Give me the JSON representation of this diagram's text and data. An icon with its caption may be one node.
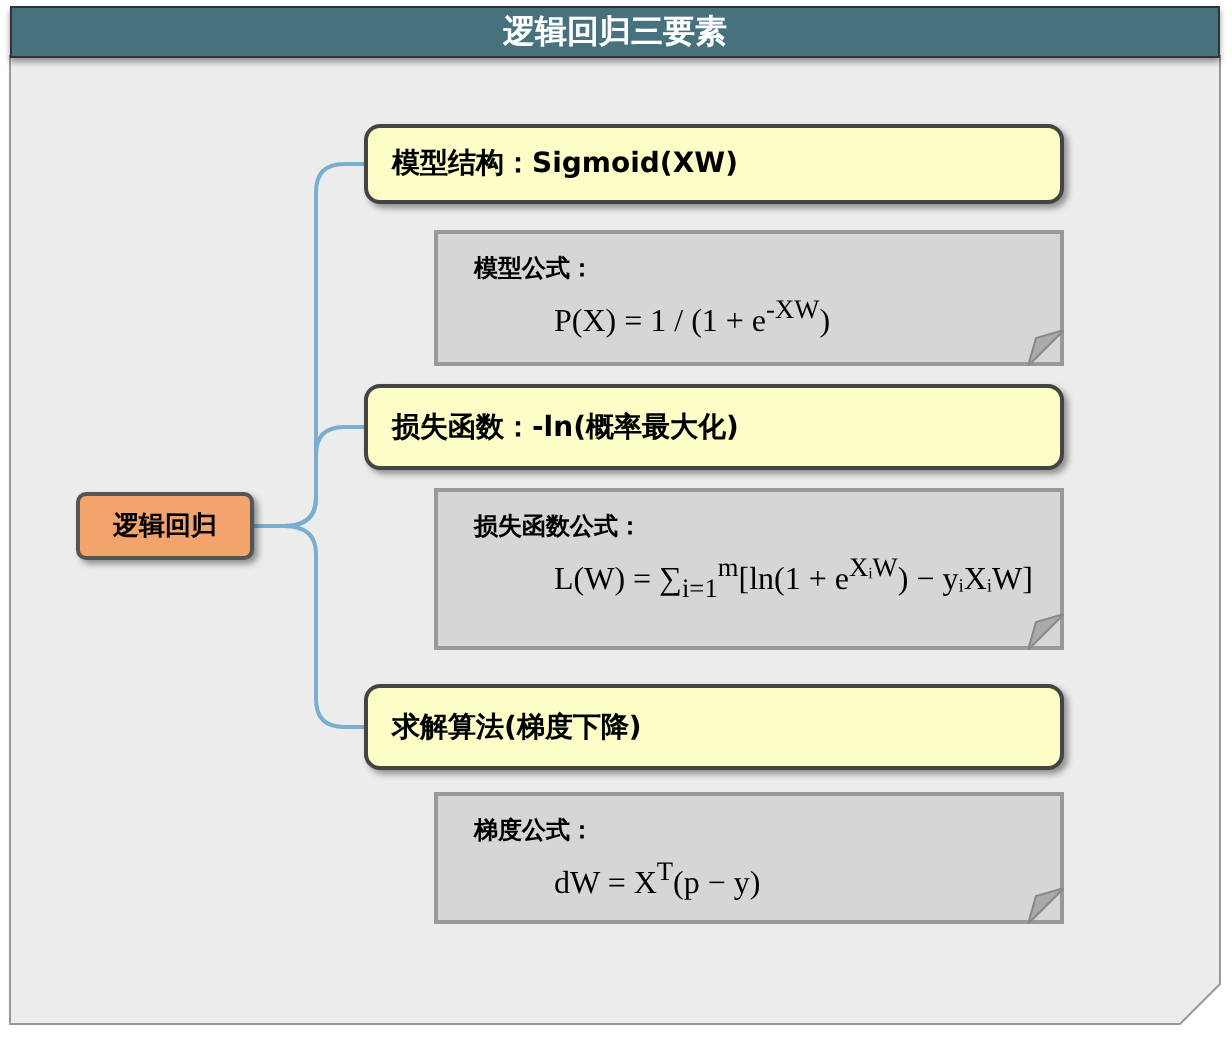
{
  "diagram": {
    "title": "逻辑回归三要素",
    "nodes": [
      {
        "text": [
          "逻辑回归"
        ]
      },
      {
        "text": [
          "模型结构：Sigmoid(XW)"
        ]
      },
      {
        "text": [
          "模型公式：",
          "P(X) = 1 / (1 + e$^{-XW}$)"
        ]
      },
      {
        "text": [
          "损失函数：-ln(概率最大化)"
        ]
      },
      {
        "text": [
          "损失函数公式：",
          "L(W) = ∑$_{i=1}$$^{m}$[ln(1 + e$^{XᵢW}$) − yᵢXᵢW]"
        ]
      },
      {
        "text": [
          "求解算法(梯度下降)"
        ]
      },
      {
        "text": [
          "梯度公式：",
          "dW = X$^{T}$(p − y)"
        ]
      }
    ],
    "edges": [
      {
        "from": 0,
        "to": 1,
        "arrow": "none"
      },
      {
        "from": 0,
        "to": 3,
        "arrow": "none"
      },
      {
        "from": 0,
        "to": 5,
        "arrow": "none"
      }
    ]
  }
}
